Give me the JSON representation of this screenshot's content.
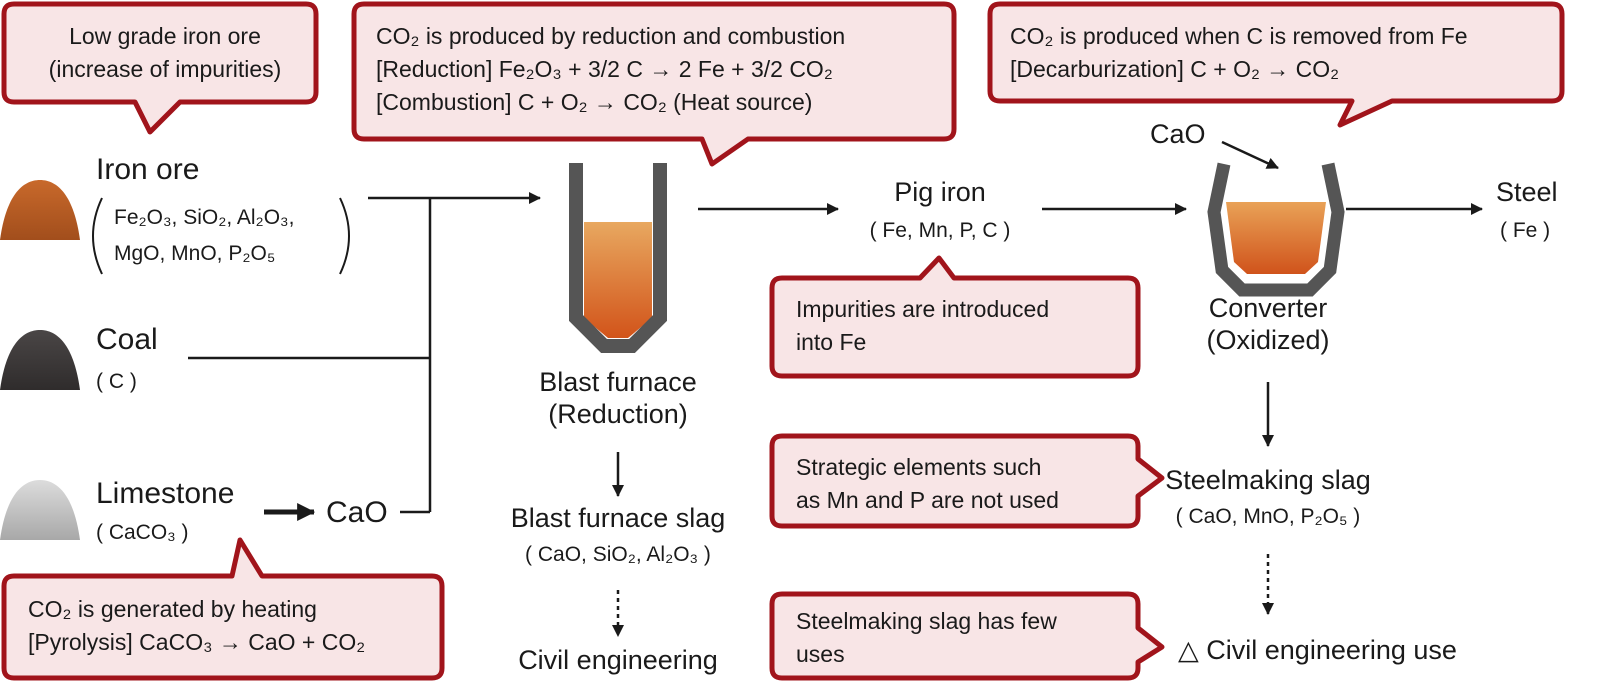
{
  "colors": {
    "callout_fill": "#f8e5e6",
    "callout_stroke": "#a1141b",
    "arrow": "#1a1a1a",
    "furnace_wall": "#555555",
    "molten_top": "#e8a860",
    "molten_bottom": "#d2541a",
    "iron_ore": "#b75a22",
    "coal": "#3d3a3a",
    "limestone": "#bdbdbd"
  },
  "callouts": {
    "low_grade": {
      "lines": [
        "Low grade iron ore",
        "(increase of impurities)"
      ]
    },
    "reduction": {
      "lines": [
        "CO₂ is produced by reduction and combustion",
        "[Reduction] Fe₂O₃ + 3/2 C → 2 Fe + 3/2 CO₂",
        "[Combustion] C + O₂ → CO₂ (Heat source)"
      ]
    },
    "decarburization": {
      "lines": [
        "CO₂ is produced when C is removed from Fe",
        "[Decarburization] C + O₂ → CO₂"
      ]
    },
    "pyrolysis": {
      "lines": [
        "CO₂ is generated by heating",
        "[Pyrolysis] CaCO₃ → CaO + CO₂"
      ]
    },
    "impurities": {
      "lines": [
        "Impurities are introduced",
        "into Fe"
      ]
    },
    "strategic": {
      "lines": [
        "Strategic elements such",
        "as Mn and P are not used"
      ]
    },
    "few_uses": {
      "lines": [
        "Steelmaking slag has few",
        "uses"
      ]
    }
  },
  "materials": {
    "iron_ore": {
      "name": "Iron ore",
      "formula_line1": "Fe₂O₃, SiO₂, Al₂O₃,",
      "formula_line2": "MgO, MnO, P₂O₅"
    },
    "coal": {
      "name": "Coal",
      "formula": "( C )"
    },
    "limestone": {
      "name": "Limestone",
      "formula": "( CaCO₃ )"
    },
    "cao_left": "CaO"
  },
  "process": {
    "blast_furnace": {
      "line1": "Blast furnace",
      "line2": "(Reduction)"
    },
    "blast_slag": {
      "name": "Blast furnace slag",
      "formula": "( CaO, SiO₂, Al₂O₃ )"
    },
    "civil_left": "Civil engineering",
    "pig_iron": {
      "name": "Pig iron",
      "formula": "( Fe, Mn, P, C )"
    },
    "cao_top": "CaO",
    "converter": {
      "line1": "Converter",
      "line2": "(Oxidized)"
    },
    "steel": {
      "name": "Steel",
      "formula": "( Fe )"
    },
    "steel_slag": {
      "name": "Steelmaking slag",
      "formula": "( CaO, MnO, P₂O₅ )"
    },
    "civil_right": "Civil engineering use",
    "civil_right_mark": "△"
  }
}
